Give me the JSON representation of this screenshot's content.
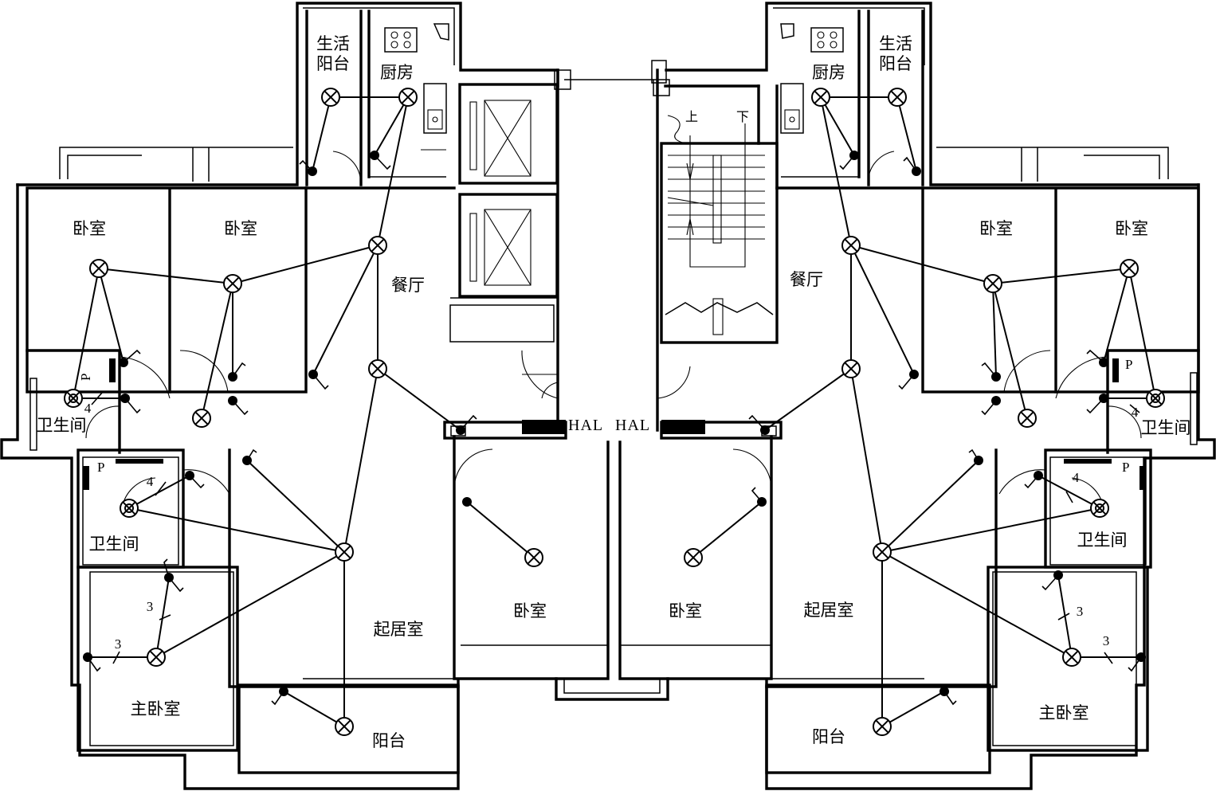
{
  "rooms": {
    "left_service_balcony": [
      "生活",
      "阳台"
    ],
    "left_kitchen": "厨房",
    "right_kitchen": "厨房",
    "right_service_balcony": [
      "生活",
      "阳台"
    ],
    "left_bedroom_1": "卧室",
    "left_bedroom_2": "卧室",
    "right_bedroom_1": "卧室",
    "right_bedroom_2": "卧室",
    "left_dining": "餐厅",
    "right_dining": "餐厅",
    "left_bath_1": "卫生间",
    "left_bath_2": "卫生间",
    "right_bath_1": "卫生间",
    "right_bath_2": "卫生间",
    "left_bedroom_3": "卧室",
    "right_bedroom_3": "卧室",
    "left_living": "起居室",
    "right_living": "起居室",
    "left_master": "主卧室",
    "right_master": "主卧室",
    "left_balcony": "阳台",
    "right_balcony": "阳台"
  },
  "stair": {
    "up": "上",
    "down": "下"
  },
  "hall": {
    "left": "HAL",
    "right": "HAL"
  },
  "marks": {
    "wire_count_4": "4",
    "wire_count_3": "3",
    "exhaust_p": "P"
  },
  "symbols": {
    "ceiling_lamp": "lamp-icon",
    "switch": "switch-icon",
    "bath_lamp": "bath-lamp-icon",
    "exhaust_fan": "exhaust-fan-icon",
    "elevator": "elevator-icon",
    "stove": "stove-icon",
    "sink": "sink-icon"
  },
  "colors": {
    "line": "#000000",
    "background": "#ffffff"
  }
}
